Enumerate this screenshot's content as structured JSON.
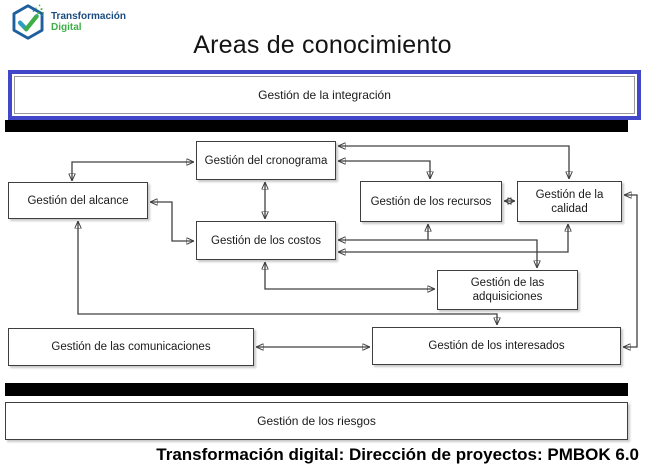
{
  "logo": {
    "brand_line1": "Transformación",
    "brand_line2": "Digital",
    "icon": "hexagon-check-icon"
  },
  "title": "Areas de conocimiento",
  "diagram": {
    "integracion": "Gestión de la integración",
    "cronograma": "Gestión del cronograma",
    "alcance": "Gestión del alcance",
    "costos": "Gestión de los costos",
    "recursos": "Gestión de los recursos",
    "calidad": "Gestión de la calidad",
    "adquisiciones": "Gestión de las adquisiciones",
    "comunicaciones": "Gestión de las comunicaciones",
    "interesados": "Gestión de los interesados",
    "riesgos": "Gestión de los riesgos"
  },
  "footer": "Transformación digital: Dirección de proyectos: PMBOK 6.0",
  "colors": {
    "accent_blue_border": "#4246c8",
    "divider_bar": "#000000",
    "node_border": "#3f3f3f",
    "connector": "#404040",
    "brand_navy": "#1b4b7e",
    "brand_green": "#3fae49"
  }
}
